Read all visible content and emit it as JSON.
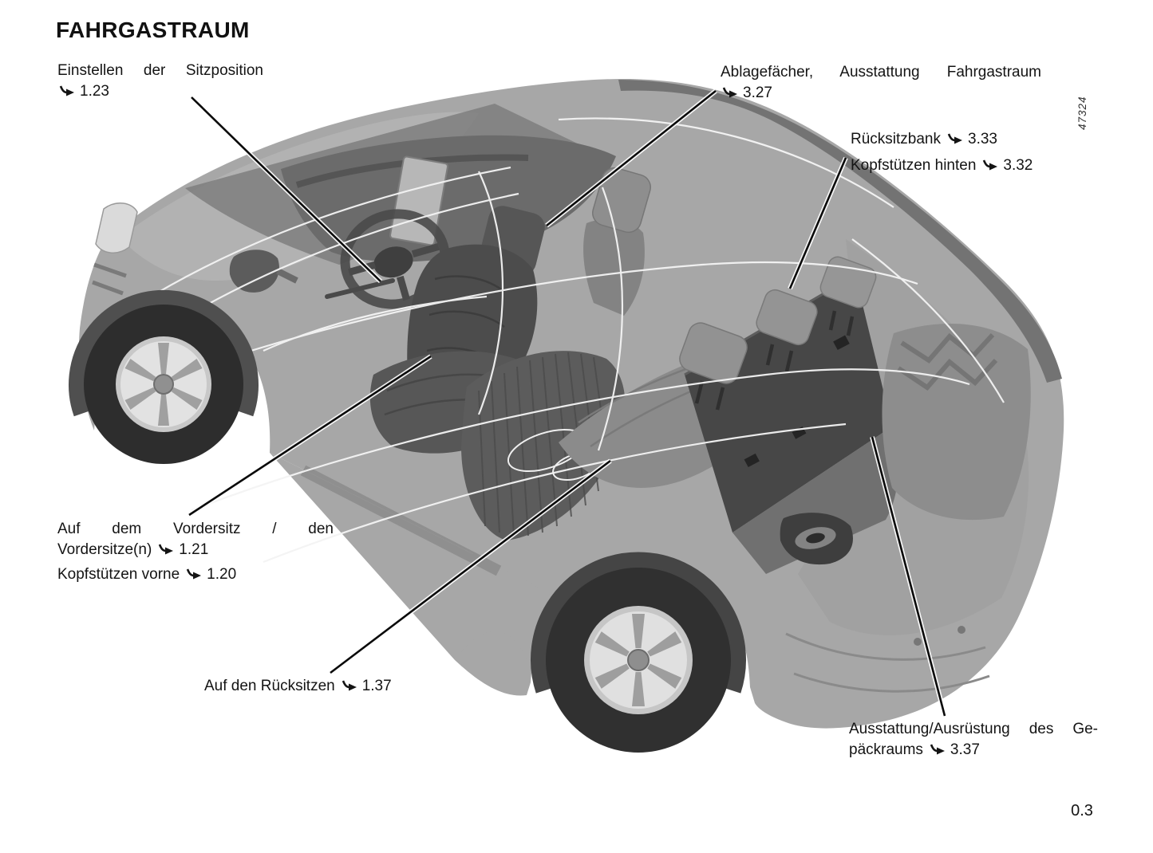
{
  "page": {
    "title": "FAHRGASTRAUM",
    "page_number": "0.3",
    "figure_number": "47324"
  },
  "labels": {
    "seat_position": {
      "text": "Einstellen der Sitzposition",
      "ref": "1.23"
    },
    "storage": {
      "text": "Ablagefächer, Ausstattung Fahrgastraum",
      "ref": "3.27"
    },
    "rear_bench": {
      "text": "Rücksitzbank",
      "ref": "3.33"
    },
    "rear_headrests": {
      "text": "Kopfstützen hinten",
      "ref": "3.32"
    },
    "front_seat": {
      "line1": "Auf dem Vordersitz / den",
      "line2": "Vordersitze(n)",
      "ref": "1.21"
    },
    "front_headrests": {
      "text": "Kopfstützen vorne",
      "ref": "1.20"
    },
    "rear_seats": {
      "text": "Auf den Rücksitzen",
      "ref": "1.37"
    },
    "luggage": {
      "line1": "Ausstattung/Ausrüstung des Ge-",
      "line2": "päckraums",
      "ref": "3.37"
    }
  },
  "colors": {
    "page_background": "#ffffff",
    "text": "#141414",
    "body_gray": "#a7a7a7",
    "interior_dark": "#4e4e4e",
    "leader_line": "#0a0a0a"
  }
}
